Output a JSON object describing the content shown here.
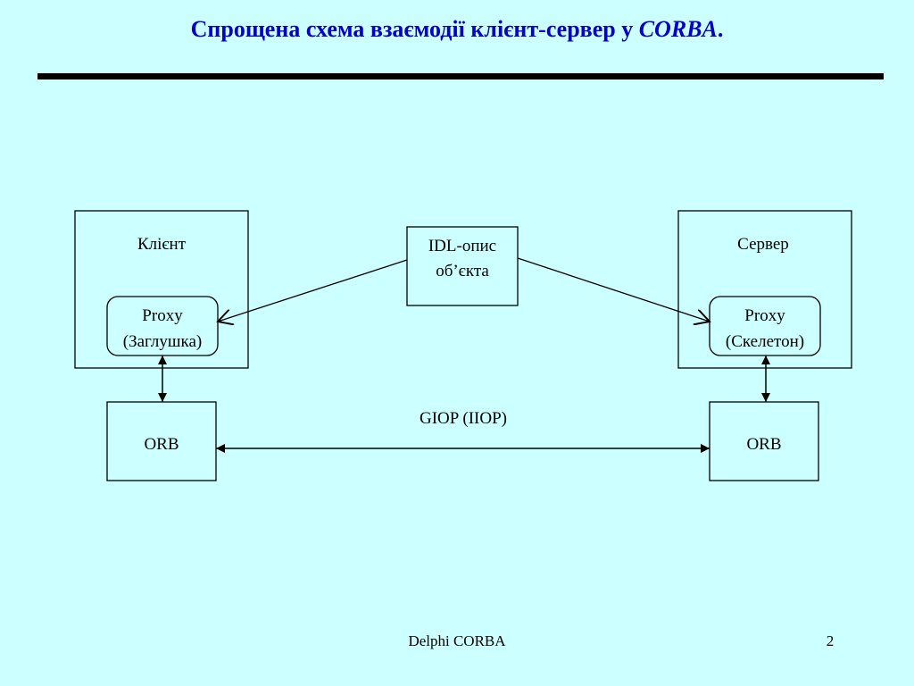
{
  "slide": {
    "title_main": "Спрощена схема взаємодії клієнт-сервер у ",
    "title_em": "CORBA",
    "title_end": "."
  },
  "diagram": {
    "client_label": "Клієнт",
    "server_label": "Сервер",
    "idl_line1": "IDL-опис",
    "idl_line2": "об’єкта",
    "client_proxy_line1": "Proxy",
    "client_proxy_line2": "(Заглушка)",
    "server_proxy_line1": "Proxy",
    "server_proxy_line2": "(Скелетон)",
    "client_orb": "ORB",
    "server_orb": "ORB",
    "protocol": "GIOP (IIOP)"
  },
  "footer": {
    "caption": "Delphi CORBA",
    "page_number": "2"
  }
}
